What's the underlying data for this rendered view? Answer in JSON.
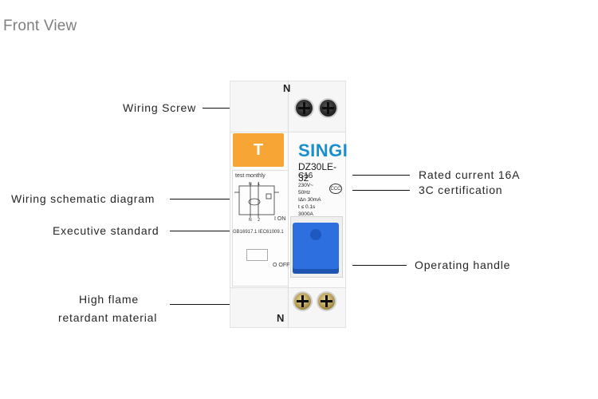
{
  "title": "Front View",
  "callouts": {
    "wiring_screw": "Wiring Screw",
    "schematic": "Wiring schematic diagram",
    "executive_standard": "Executive standard",
    "flame_line1": "High flame",
    "flame_line2": "retardant material",
    "rated_current": "Rated current 16A",
    "certification": "3C certification",
    "operating_handle": "Operating handle"
  },
  "breaker": {
    "terminal_top": "N",
    "terminal_bottom": "N",
    "test_symbol": "T",
    "test_text": "test monthly",
    "brand": "SINGI",
    "model": "DZ30LE-32",
    "rating": "C16",
    "spec_voltage": "230V~",
    "spec_freq": "50Hz",
    "spec_residual": "IΔn 30mA",
    "spec_time": "t ≤ 0.1s",
    "spec_capacity": "3000A",
    "standard": "GB16917.1  IEC61009.1",
    "on_label": "I ON",
    "off_label": "O OFF",
    "cert_mark": "CCC"
  }
}
